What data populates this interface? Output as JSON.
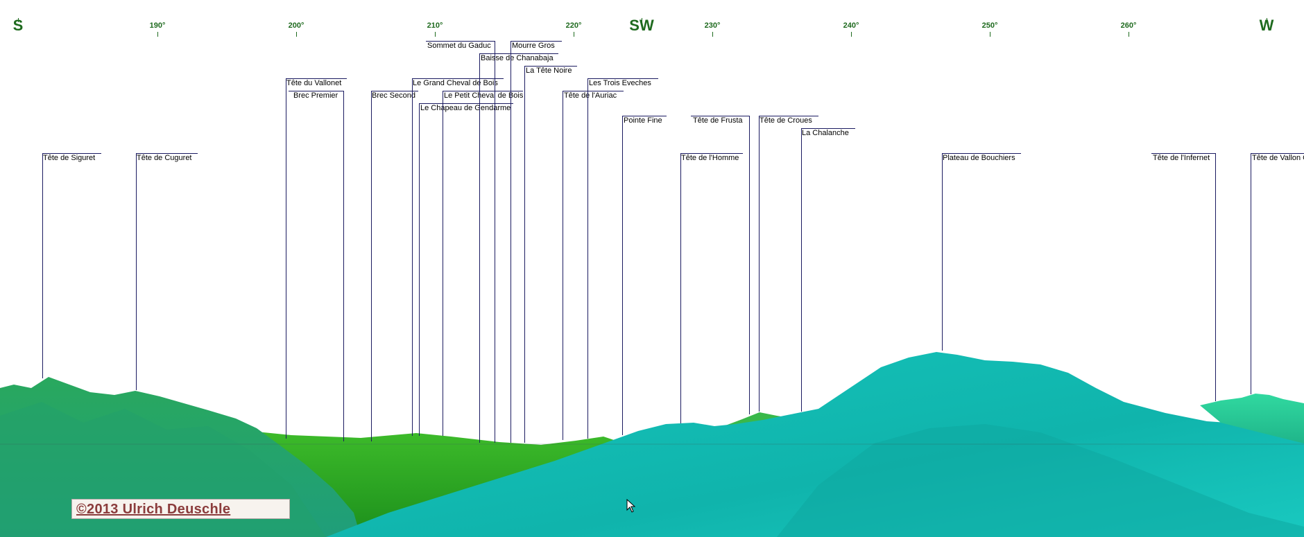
{
  "compass": [
    "S",
    "SW",
    "W"
  ],
  "degrees": [
    "190°",
    "200°",
    "210°",
    "220°",
    "230°",
    "240°",
    "250°",
    "260°"
  ],
  "peaks": [
    "Tête de Siguret",
    "Tête de Cuguret",
    "Tête du Vallonet",
    "Brec Premier",
    "Brec Second",
    "Le Grand Cheval de Bois",
    "Le Chapeau de Gendarme",
    "Le Petit Cheval de Bois",
    "Sommet du Gaduc",
    "Baisse de Chanabaja",
    "Mourre Gros",
    "La Tête Noire",
    "Tête de l'Auriac",
    "Les Trois Eveches",
    "Pointe Fine",
    "Tête de l'Homme",
    "Tête de Frusta",
    "Tête de Croues",
    "La Chalanche",
    "Plateau de Bouchiers",
    "Tête de l'Infernet",
    "Tête de Vallon C"
  ],
  "copyright": "©2013 Ulrich Deuschle",
  "colors": {
    "compass": "#1e6a1e",
    "peak_line": "#1a1a60",
    "terrain_green": "#2fae3a",
    "terrain_teal": "#12c3b9",
    "sky": "#ffffff"
  }
}
